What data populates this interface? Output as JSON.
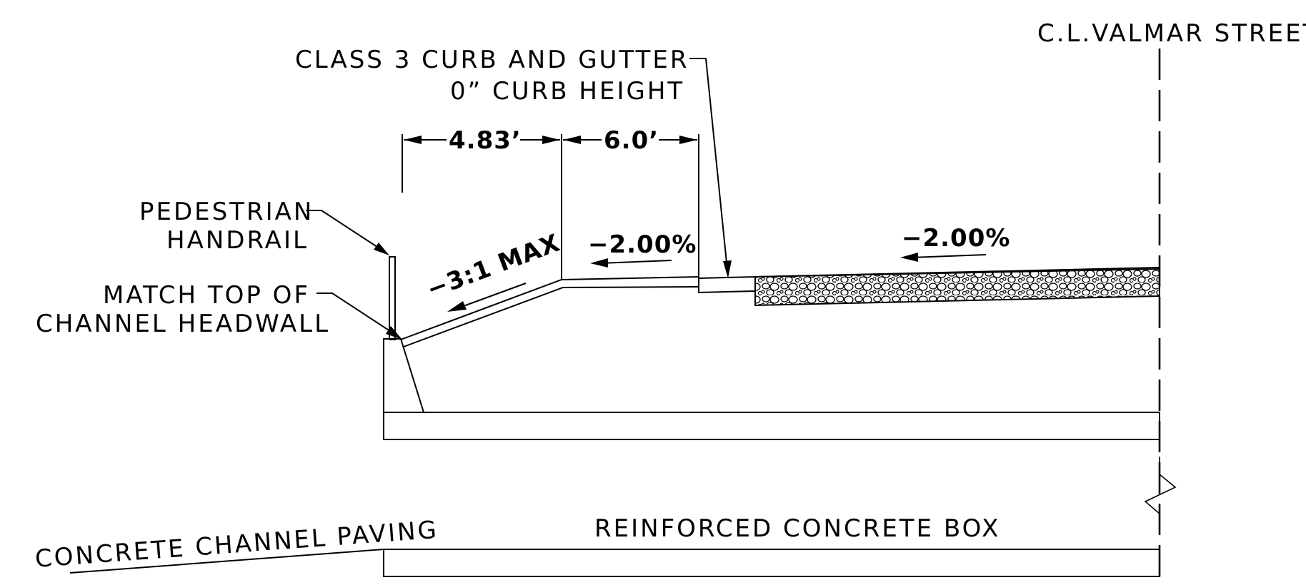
{
  "labels": {
    "centerline": "C.L.VALMAR STREET",
    "curb_line1": "CLASS 3 CURB AND GUTTER",
    "curb_line2": "0” CURB HEIGHT",
    "handrail_line1": "PEDESTRIAN",
    "handrail_line2": "HANDRAIL",
    "match_line1": "MATCH TOP OF",
    "match_line2": "CHANNEL HEADWALL",
    "channel_paving": "CONCRETE CHANNEL PAVING",
    "box": "REINFORCED CONCRETE BOX"
  },
  "dimensions": {
    "sidewalk_width": "4.83’",
    "parkway_width": "6.0’"
  },
  "slopes": {
    "side_slope": "−3:1 MAX",
    "parkway_slope": "−2.00%",
    "road_slope": "−2.00%"
  },
  "colors": {
    "ink": "#000000",
    "background": "#ffffff"
  }
}
